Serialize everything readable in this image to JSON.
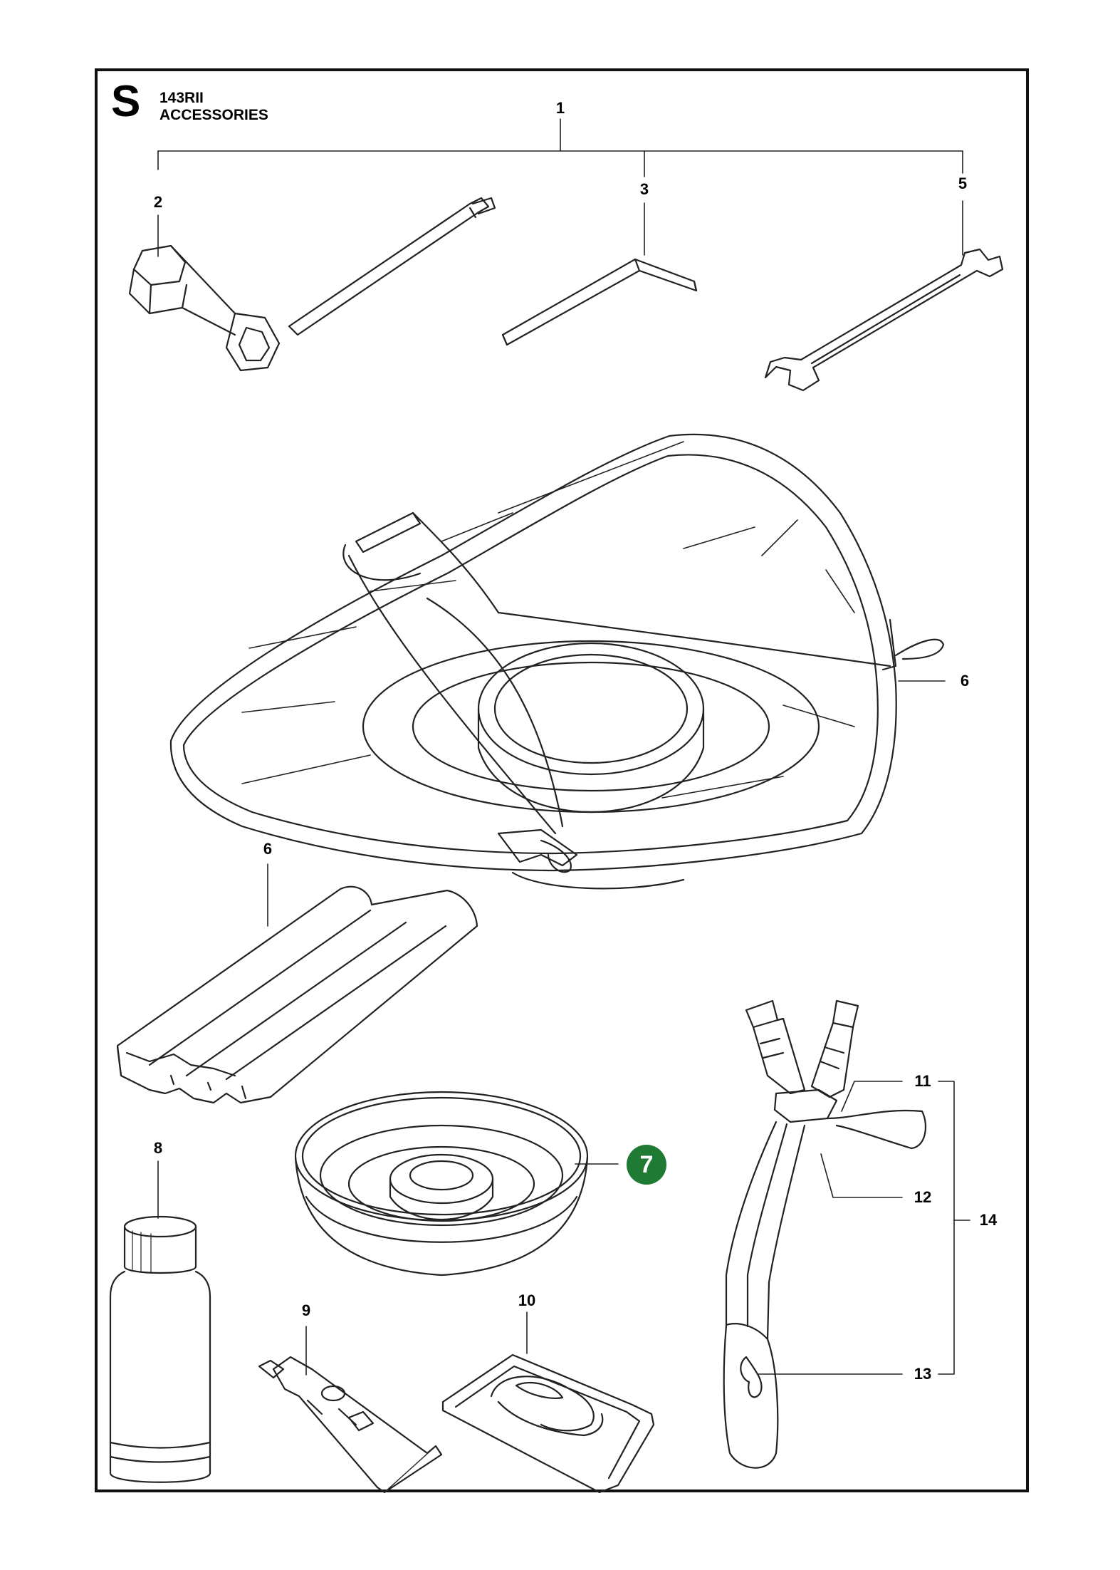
{
  "header": {
    "section_letter": "S",
    "model": "143RII",
    "title": "ACCESSORIES"
  },
  "callouts": {
    "c1": "1",
    "c2": "2",
    "c3": "3",
    "c5": "5",
    "c6a": "6",
    "c6b": "6",
    "c7": "7",
    "c8": "8",
    "c9": "9",
    "c10": "10",
    "c11": "11",
    "c12": "12",
    "c13": "13",
    "c14": "14"
  },
  "colors": {
    "highlight": "#1f7a33",
    "line": "#222222",
    "frame": "#111111"
  },
  "parts": [
    {
      "callout": "2",
      "icon": "combination-spanner-icon"
    },
    {
      "callout": "3",
      "icon": "hex-key-icon"
    },
    {
      "callout": "5",
      "icon": "open-wrench-icon"
    },
    {
      "callout": "6",
      "icon": "blade-guard-icon"
    },
    {
      "callout": "6",
      "icon": "transport-guard-icon"
    },
    {
      "callout": "7",
      "icon": "support-cup-icon"
    },
    {
      "callout": "8",
      "icon": "oil-bottle-icon"
    },
    {
      "callout": "9",
      "icon": "grease-tube-icon"
    },
    {
      "callout": "10",
      "icon": "parts-bag-icon"
    },
    {
      "callout": "14",
      "icon": "harness-icon"
    }
  ]
}
